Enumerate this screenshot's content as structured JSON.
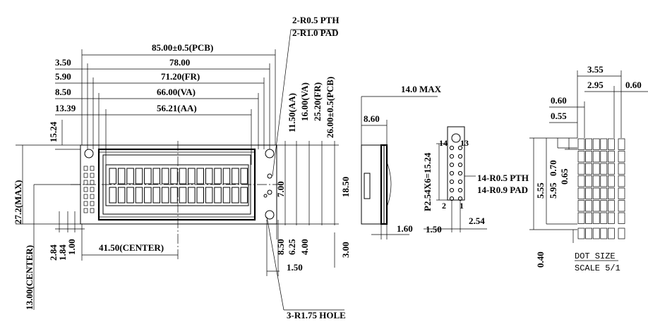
{
  "front_view": {
    "pcb_width": "85.00±0.5(PCB)",
    "vw_78": "78.00",
    "fr_width": "71.20(FR)",
    "va_width": "66.00(VA)",
    "aa_width": "56.21(AA)",
    "left_350": "3.50",
    "left_590": "5.90",
    "left_850": "8.50",
    "left_1339": "13.39",
    "left_1524": "15.24",
    "height_max": "27.2(MAX)",
    "center_v": "13.00(CENTER)",
    "d_284": "2.84",
    "d_184": "1.84",
    "d_100": "1.00",
    "center_h": "41.50(CENTER)",
    "aa_height": "11.50(AA)",
    "va_height": "16.00(VA)",
    "fr_height": "25.20(FR)",
    "pcb_height": "26.00±0.5(PCB)",
    "d_700": "7.00",
    "d_1850": "18.50",
    "d_850b": "8.50",
    "d_625": "6.25",
    "d_400": "4.00",
    "d_300": "3.00",
    "d_150": "1.50",
    "pth_note_1": "2-R0.5 PTH",
    "pth_note_2": "2-R1.0 PAD",
    "hole_note": "3-R1.75 HOLE"
  },
  "side_view": {
    "max_thk": "14.0 MAX",
    "d_860": "8.60",
    "d_160": "1.60"
  },
  "pin_view": {
    "pitch": "P2.54X6=15.24",
    "pin_14": "14",
    "pin_13": "13",
    "pin_2": "2",
    "pin_1": "1",
    "pth_note_1": "14-R0.5 PTH",
    "pth_note_2": "14-R0.9 PAD",
    "d_150": "1.50",
    "d_254": "2.54"
  },
  "dot_view": {
    "d_355": "3.55",
    "d_295": "2.95",
    "d_060a": "0.60",
    "d_060b": "0.60",
    "d_055": "0.55",
    "d_595": "5.95",
    "d_555": "5.55",
    "d_070": "0.70",
    "d_065": "0.65",
    "d_040": "0.40",
    "caption_1": "DOT SIZE",
    "caption_2": "SCALE 5/1"
  }
}
